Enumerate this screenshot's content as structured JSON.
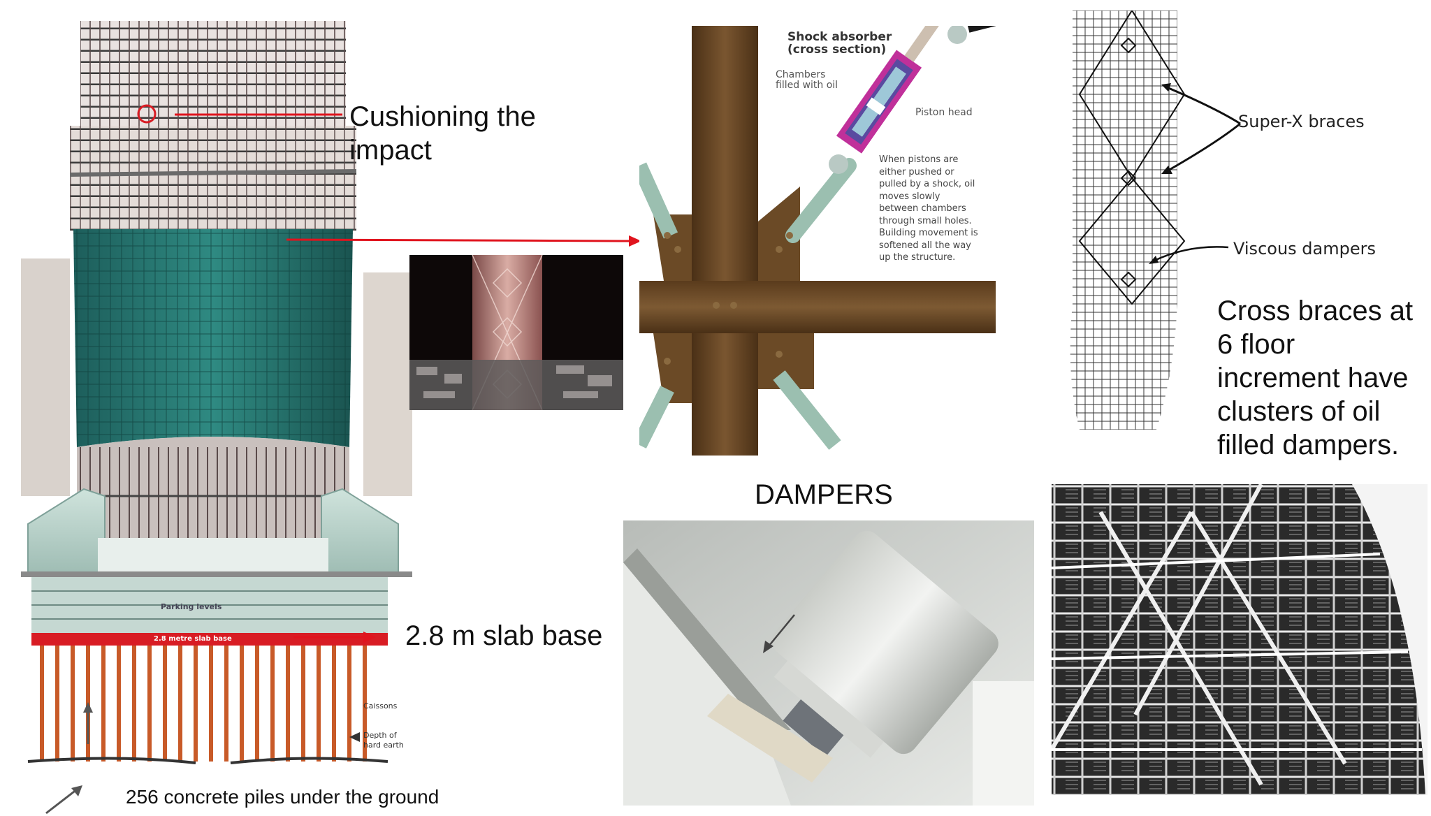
{
  "slide": {
    "cushioning_label_line1": "Cushioning the",
    "cushioning_label_line2": "impact",
    "slab_label": "2.8 m slab base",
    "piles_label": "256 concrete piles under the ground",
    "dampers_title": "DAMPERS",
    "cross_braces_lines": [
      "Cross braces at",
      "6 floor",
      "increment have",
      "clusters of oil",
      "filled dampers."
    ]
  },
  "building_diagram": {
    "parking_label": "Parking levels",
    "slab_inner_label": "2.8 metre slab base",
    "caissons_label": "Caissons",
    "depth_label_line1": "Depth of",
    "depth_label_line2": "hard earth"
  },
  "shock_absorber": {
    "title_line1": "Shock absorber",
    "title_line2": "(cross section)",
    "chambers_line1": "Chambers",
    "chambers_line2": "filled with oil",
    "piston_label": "Piston head",
    "description_lines": [
      "When pistons are",
      "either pushed or",
      "pulled by a shock, oil",
      "moves slowly",
      "between chambers",
      "through small holes.",
      "Building movement is",
      "softened all the way",
      "up the structure."
    ]
  },
  "bracing_sketch": {
    "superx_label": "Super-X braces",
    "viscous_label": "Viscous dampers"
  },
  "colors": {
    "arrow_red": "#e0141e",
    "glass_teal": "#1f6f6a",
    "steel_brown": "#6b4a26",
    "piston_magenta": "#c0309a",
    "pile_orange": "#c85a28"
  }
}
